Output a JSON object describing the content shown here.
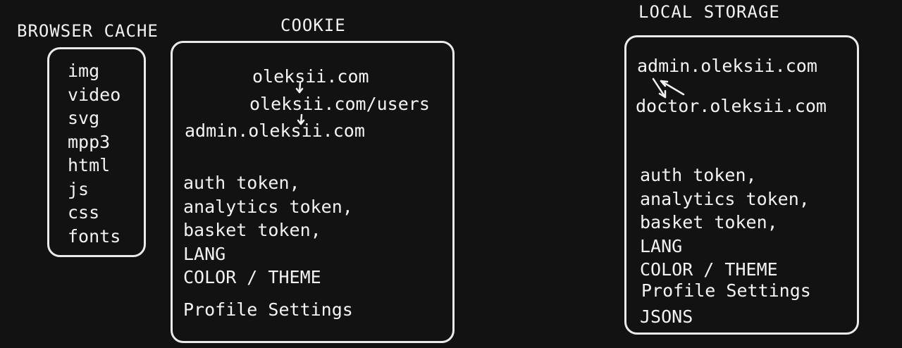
{
  "browser_cache": {
    "title": "BROWSER CACHE",
    "items": [
      "img",
      "video",
      "svg",
      "mpp3",
      "html",
      "js",
      "css",
      "fonts"
    ]
  },
  "cookie": {
    "title": "COOKIE",
    "domains": [
      "oleksii.com",
      "oleksii.com/users",
      "admin.oleksii.com"
    ],
    "items": [
      "auth token,",
      "analytics token,",
      "basket token,",
      "LANG",
      "COLOR / THEME",
      "Profile Settings"
    ]
  },
  "local_storage": {
    "title": "LOCAL STORAGE",
    "domains": [
      "admin.oleksii.com",
      "doctor.oleksii.com"
    ],
    "items": [
      "auth token,",
      "analytics token,",
      "basket token,",
      "LANG",
      "COLOR / THEME",
      "Profile Settings",
      "JSONS"
    ]
  }
}
